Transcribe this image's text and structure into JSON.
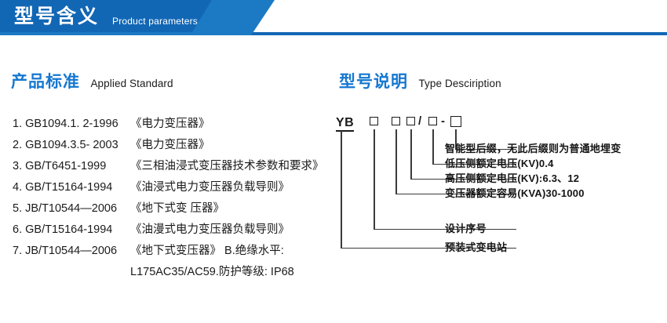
{
  "banner": {
    "title_cn": "型号含义",
    "title_en": "Product parameters",
    "color_dark": "#1267b5",
    "color_mid": "#1c7ac4"
  },
  "sections": {
    "standard": {
      "heading_cn": "产品标准",
      "heading_en": "Applied Standard",
      "heading_color": "#1577d0",
      "items": [
        {
          "no": "1. GB1094.1. 2-1996",
          "name": "《电力变压器》"
        },
        {
          "no": "2. GB1094.3.5- 2003",
          "name": "《电力变压器》"
        },
        {
          "no": "3. GB/T6451-1999",
          "name": "《三相油浸式变压器技术参数和要求》"
        },
        {
          "no": "4. GB/T15164-1994",
          "name": "《油浸式电力变压器负载导则》"
        },
        {
          "no": "5. JB/T10544—2006",
          "name": "《地下式变 压器》"
        },
        {
          "no": "6. GB/T15164-1994",
          "name": "《油漫式电力变压器负载导则》"
        },
        {
          "no": "7. JB/T10544—2006",
          "name": "《地下式变压器》 B.绝缘水平:"
        }
      ],
      "continuation": "L175AC35/AC59.防护等级: IP68"
    },
    "type": {
      "heading_cn": "型号说明",
      "heading_en": "Type Desciription",
      "heading_color": "#1577d0",
      "code": {
        "prefix": "YB",
        "separator_slash": "/",
        "separator_dash": "-",
        "placeholder_symbol": "□"
      },
      "annotations": [
        {
          "id": "suffix",
          "label": "智能型后缀，无此后缀则为普通地埋变"
        },
        {
          "id": "lv",
          "label": "低压侧额定电压(KV)0.4"
        },
        {
          "id": "hv",
          "label": "高压侧额定电压(KV):6.3、12"
        },
        {
          "id": "capacity",
          "label": "变压器额定容易(KVA)30-1000"
        },
        {
          "id": "design",
          "label": "设计序号"
        },
        {
          "id": "station",
          "label": "预装式变电站"
        }
      ]
    }
  }
}
